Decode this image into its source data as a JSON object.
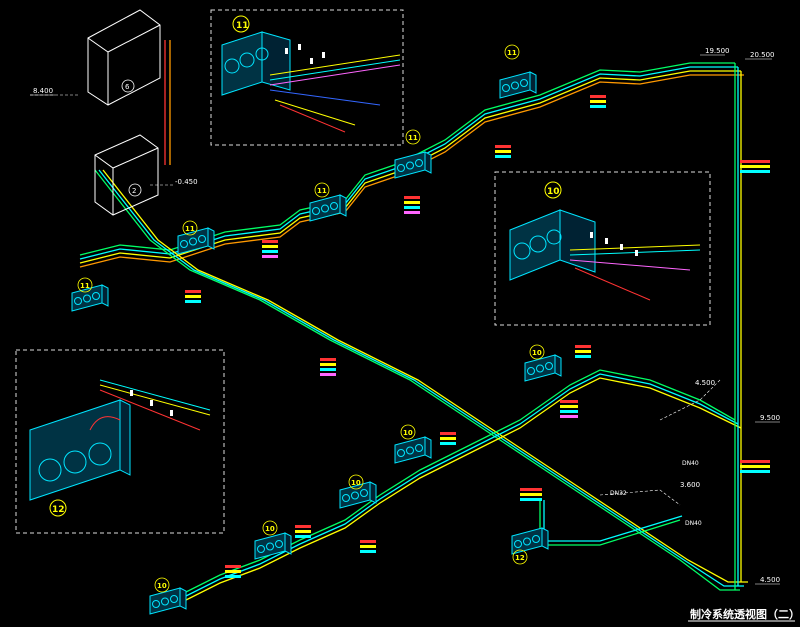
{
  "drawing": {
    "title": "制冷系统透视图（二）"
  },
  "elevations": {
    "e_19_500": "19.500",
    "e_20_500": "20.500",
    "e_8_400": "8.400",
    "e_m0_450": "-0.450",
    "e_4_500": "4.500",
    "e_9_500": "9.500",
    "e_3_600": "3.600",
    "e_4_500b": "4.500"
  },
  "rooms": {
    "room_6": "6",
    "room_2": "2"
  },
  "units": [
    {
      "id": "u11a",
      "label": "11"
    },
    {
      "id": "u11b",
      "label": "11"
    },
    {
      "id": "u11c",
      "label": "11"
    },
    {
      "id": "u11d",
      "label": "11"
    },
    {
      "id": "u11e",
      "label": "11"
    },
    {
      "id": "u11f",
      "label": "11"
    },
    {
      "id": "u10a",
      "label": "10"
    },
    {
      "id": "u10b",
      "label": "10"
    },
    {
      "id": "u10c",
      "label": "10"
    },
    {
      "id": "u10d",
      "label": "10"
    },
    {
      "id": "u10e",
      "label": "10"
    },
    {
      "id": "u10f",
      "label": "10"
    },
    {
      "id": "u10g",
      "label": "10"
    },
    {
      "id": "u12",
      "label": "12"
    }
  ],
  "details": {
    "detail_11": "11",
    "detail_10": "10",
    "detail_12": "12"
  },
  "pipe_labels": {
    "dn1": "DN40",
    "dn2": "DN32",
    "dn3": "DN40"
  },
  "colors": {
    "pipe_green": "#00ff66",
    "pipe_cyan": "#00ffff",
    "pipe_yellow": "#ffff00",
    "pipe_orange": "#ff9900",
    "unit_cyan": "#00e5ff",
    "detail_border": "#dddddd"
  }
}
